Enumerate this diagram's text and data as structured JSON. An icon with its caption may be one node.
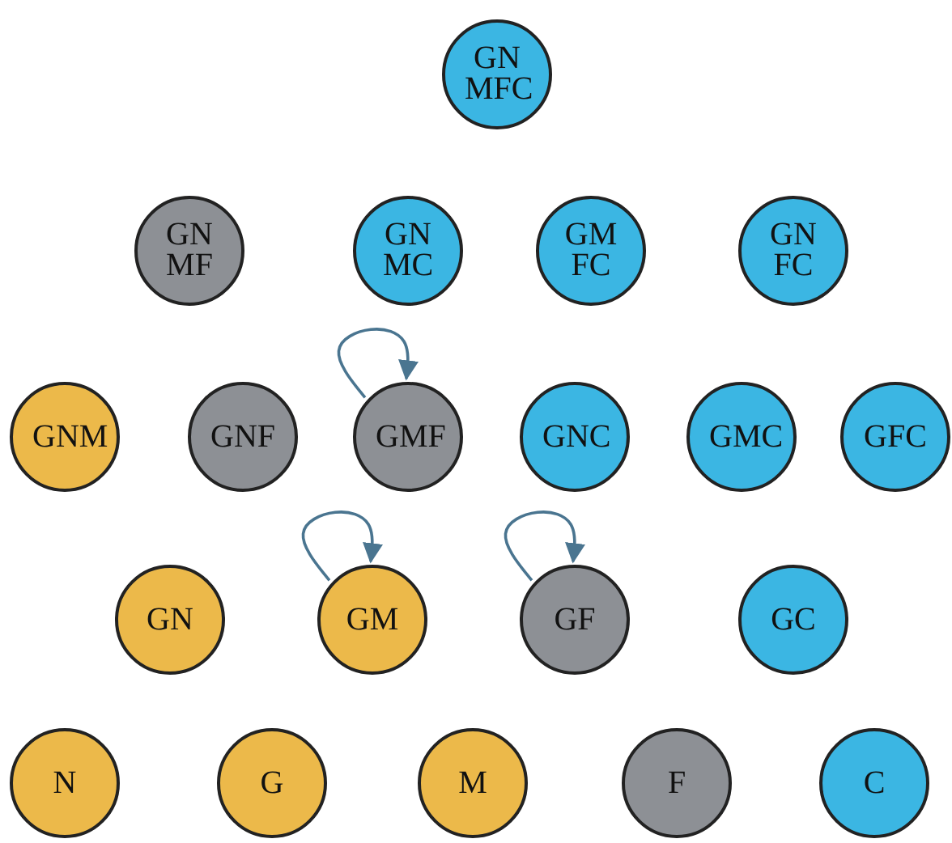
{
  "diagram": {
    "nodes": [
      {
        "text": [
          "GN MFC"
        ]
      },
      {
        "text": [
          "GN MF"
        ]
      },
      {
        "text": [
          "GN MC"
        ]
      },
      {
        "text": [
          "GM FC"
        ]
      },
      {
        "text": [
          "GN FC"
        ]
      },
      {
        "text": [
          "GNM"
        ]
      },
      {
        "text": [
          "GNF"
        ]
      },
      {
        "text": [
          "GMF"
        ]
      },
      {
        "text": [
          "GNC"
        ]
      },
      {
        "text": [
          "GMC"
        ]
      },
      {
        "text": [
          "GFC"
        ]
      },
      {
        "text": [
          "GN"
        ]
      },
      {
        "text": [
          "GM"
        ]
      },
      {
        "text": [
          "GF"
        ]
      },
      {
        "text": [
          "GC"
        ]
      },
      {
        "text": [
          "N"
        ]
      },
      {
        "text": [
          "G"
        ]
      },
      {
        "text": [
          "M"
        ]
      },
      {
        "text": [
          "F"
        ]
      },
      {
        "text": [
          "C"
        ]
      }
    ],
    "edges": [
      {
        "from": 7,
        "to": 7,
        "arrow": "to"
      },
      {
        "from": 12,
        "to": 12,
        "arrow": "to"
      },
      {
        "from": 13,
        "to": 13,
        "arrow": "to"
      }
    ]
  }
}
